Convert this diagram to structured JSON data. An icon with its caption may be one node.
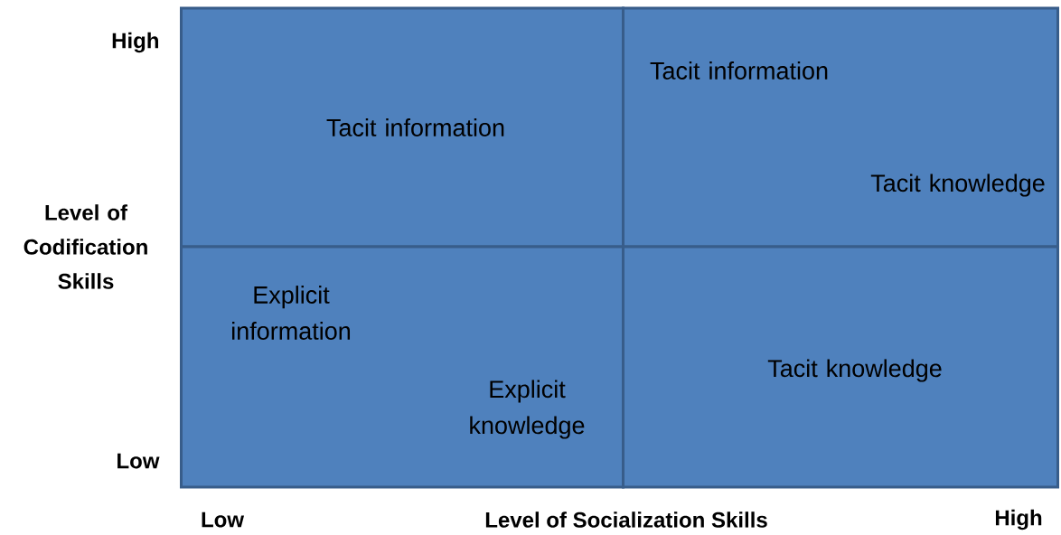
{
  "diagram": {
    "nodes": [
      {
        "text": [
          "Tacit information"
        ]
      },
      {
        "text": [
          "Tacit information",
          "Tacit knowledge"
        ]
      },
      {
        "text": [
          "Explicit information",
          "Explicit knowledge"
        ]
      },
      {
        "text": [
          "Tacit knowledge"
        ]
      }
    ],
    "labels": [
      "High",
      "Level of Codification Skills",
      "Low",
      "Low",
      "Level of Socialization Skills",
      "High"
    ]
  }
}
